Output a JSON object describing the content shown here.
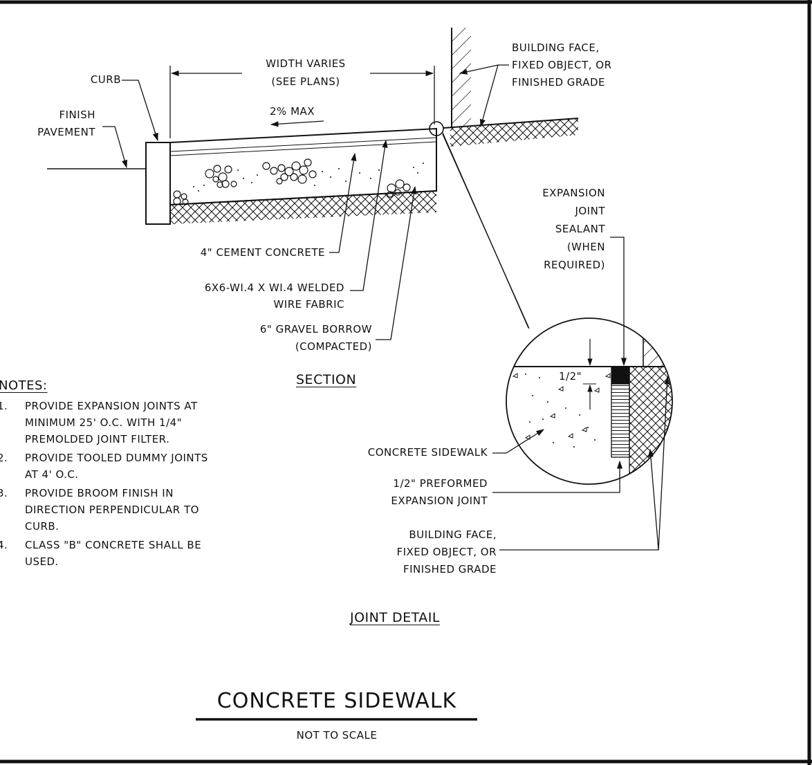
{
  "section": {
    "width_label": "WIDTH VARIES",
    "width_sub": "(SEE PLANS)",
    "building_face_1": "BUILDING FACE,",
    "building_face_2": "FIXED OBJECT, OR",
    "building_face_3": "FINISHED GRADE",
    "curb": "CURB",
    "finish_1": "FINISH",
    "finish_2": "PAVEMENT",
    "slope": "2% MAX",
    "concrete": "4\" CEMENT CONCRETE",
    "wwf_1": "6X6-WI.4 X WI.4 WELDED",
    "wwf_2": "WIRE FABRIC",
    "gravel_1": "6\" GRAVEL BORROW",
    "gravel_2": "(COMPACTED)",
    "title": "SECTION"
  },
  "joint_detail": {
    "sealant_1": "EXPANSION",
    "sealant_2": "JOINT",
    "sealant_3": "SEALANT",
    "sealant_4": "(WHEN",
    "sealant_5": "REQUIRED)",
    "half_inch": "1/2\"",
    "sidewalk": "CONCRETE SIDEWALK",
    "preformed_1": "1/2\" PREFORMED",
    "preformed_2": "EXPANSION JOINT",
    "bf_1": "BUILDING FACE,",
    "bf_2": "FIXED OBJECT, OR",
    "bf_3": "FINISHED GRADE",
    "title": "JOINT DETAIL"
  },
  "notes": {
    "title": "NOTES:",
    "items": [
      {
        "num": "1.",
        "lines": [
          "PROVIDE EXPANSION JOINTS AT",
          "MINIMUM 25' O.C. WITH 1/4\"",
          "PREMOLDED JOINT FILTER."
        ]
      },
      {
        "num": "2.",
        "lines": [
          "PROVIDE TOOLED DUMMY JOINTS",
          "AT 4' O.C."
        ]
      },
      {
        "num": "3.",
        "lines": [
          "PROVIDE BROOM FINISH IN",
          "DIRECTION PERPENDICULAR TO",
          "CURB."
        ]
      },
      {
        "num": "4.",
        "lines": [
          "CLASS \"B\" CONCRETE SHALL BE",
          "USED."
        ]
      }
    ]
  },
  "footer": {
    "title": "CONCRETE SIDEWALK",
    "scale": "NOT TO SCALE"
  }
}
